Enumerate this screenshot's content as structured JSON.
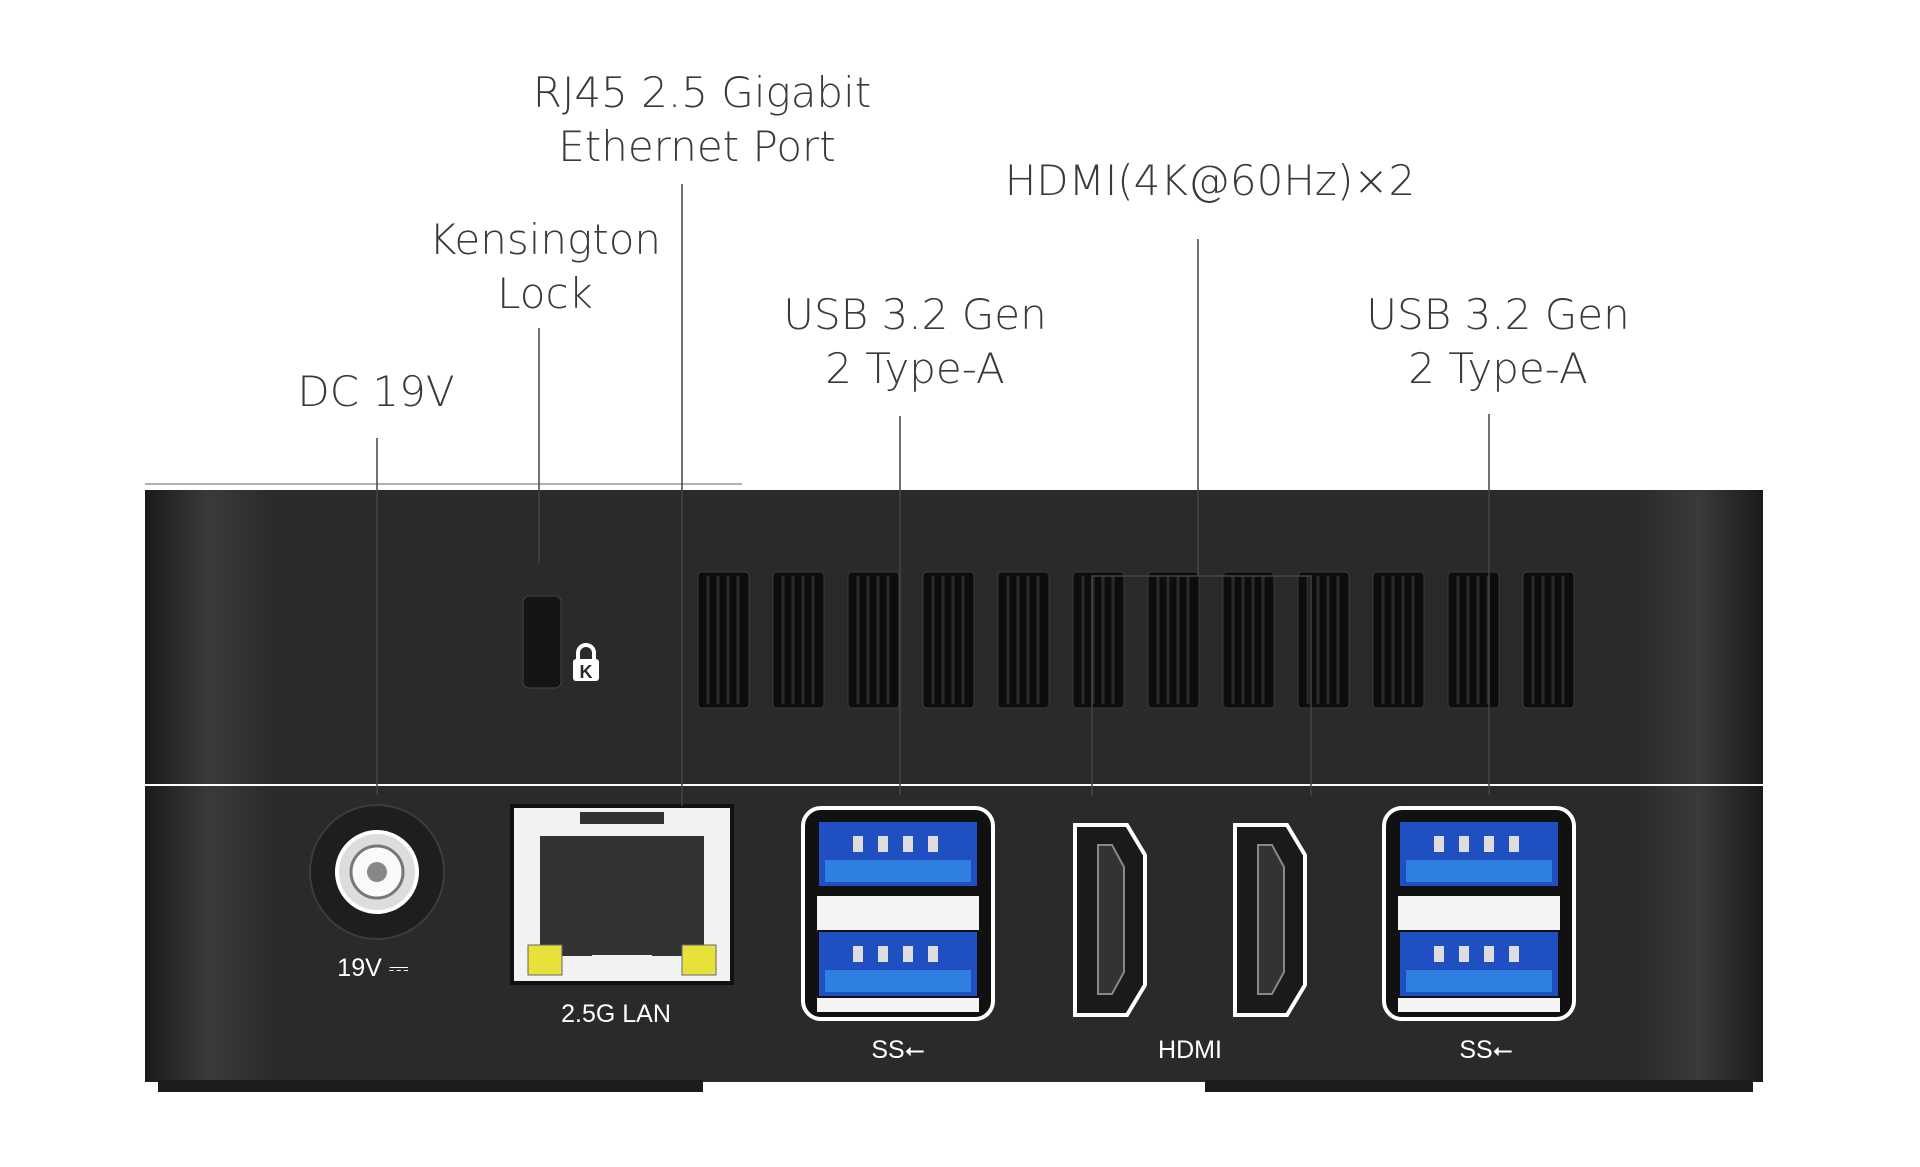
{
  "callouts": {
    "dc": "DC 19V",
    "kensington": [
      "Kensington",
      "Lock"
    ],
    "rj45": [
      "RJ45 2.5 Gigabit",
      "Ethernet Port"
    ],
    "usb_left": [
      "USB 3.2 Gen",
      "2 Type-A"
    ],
    "hdmi": "HDMI(4K@60Hz)×2",
    "usb_right": [
      "USB 3.2 Gen",
      "2 Type-A"
    ]
  },
  "port_labels": {
    "dc": "19V ⎓",
    "lan": "2.5G LAN",
    "usb_left": "SS⭠",
    "hdmi": "HDMI",
    "usb_right": "SS⭠"
  },
  "colors": {
    "body": "#2b2b2b",
    "usb_blue": "#2f7fe0",
    "led_yellow": "#e6e23a"
  }
}
